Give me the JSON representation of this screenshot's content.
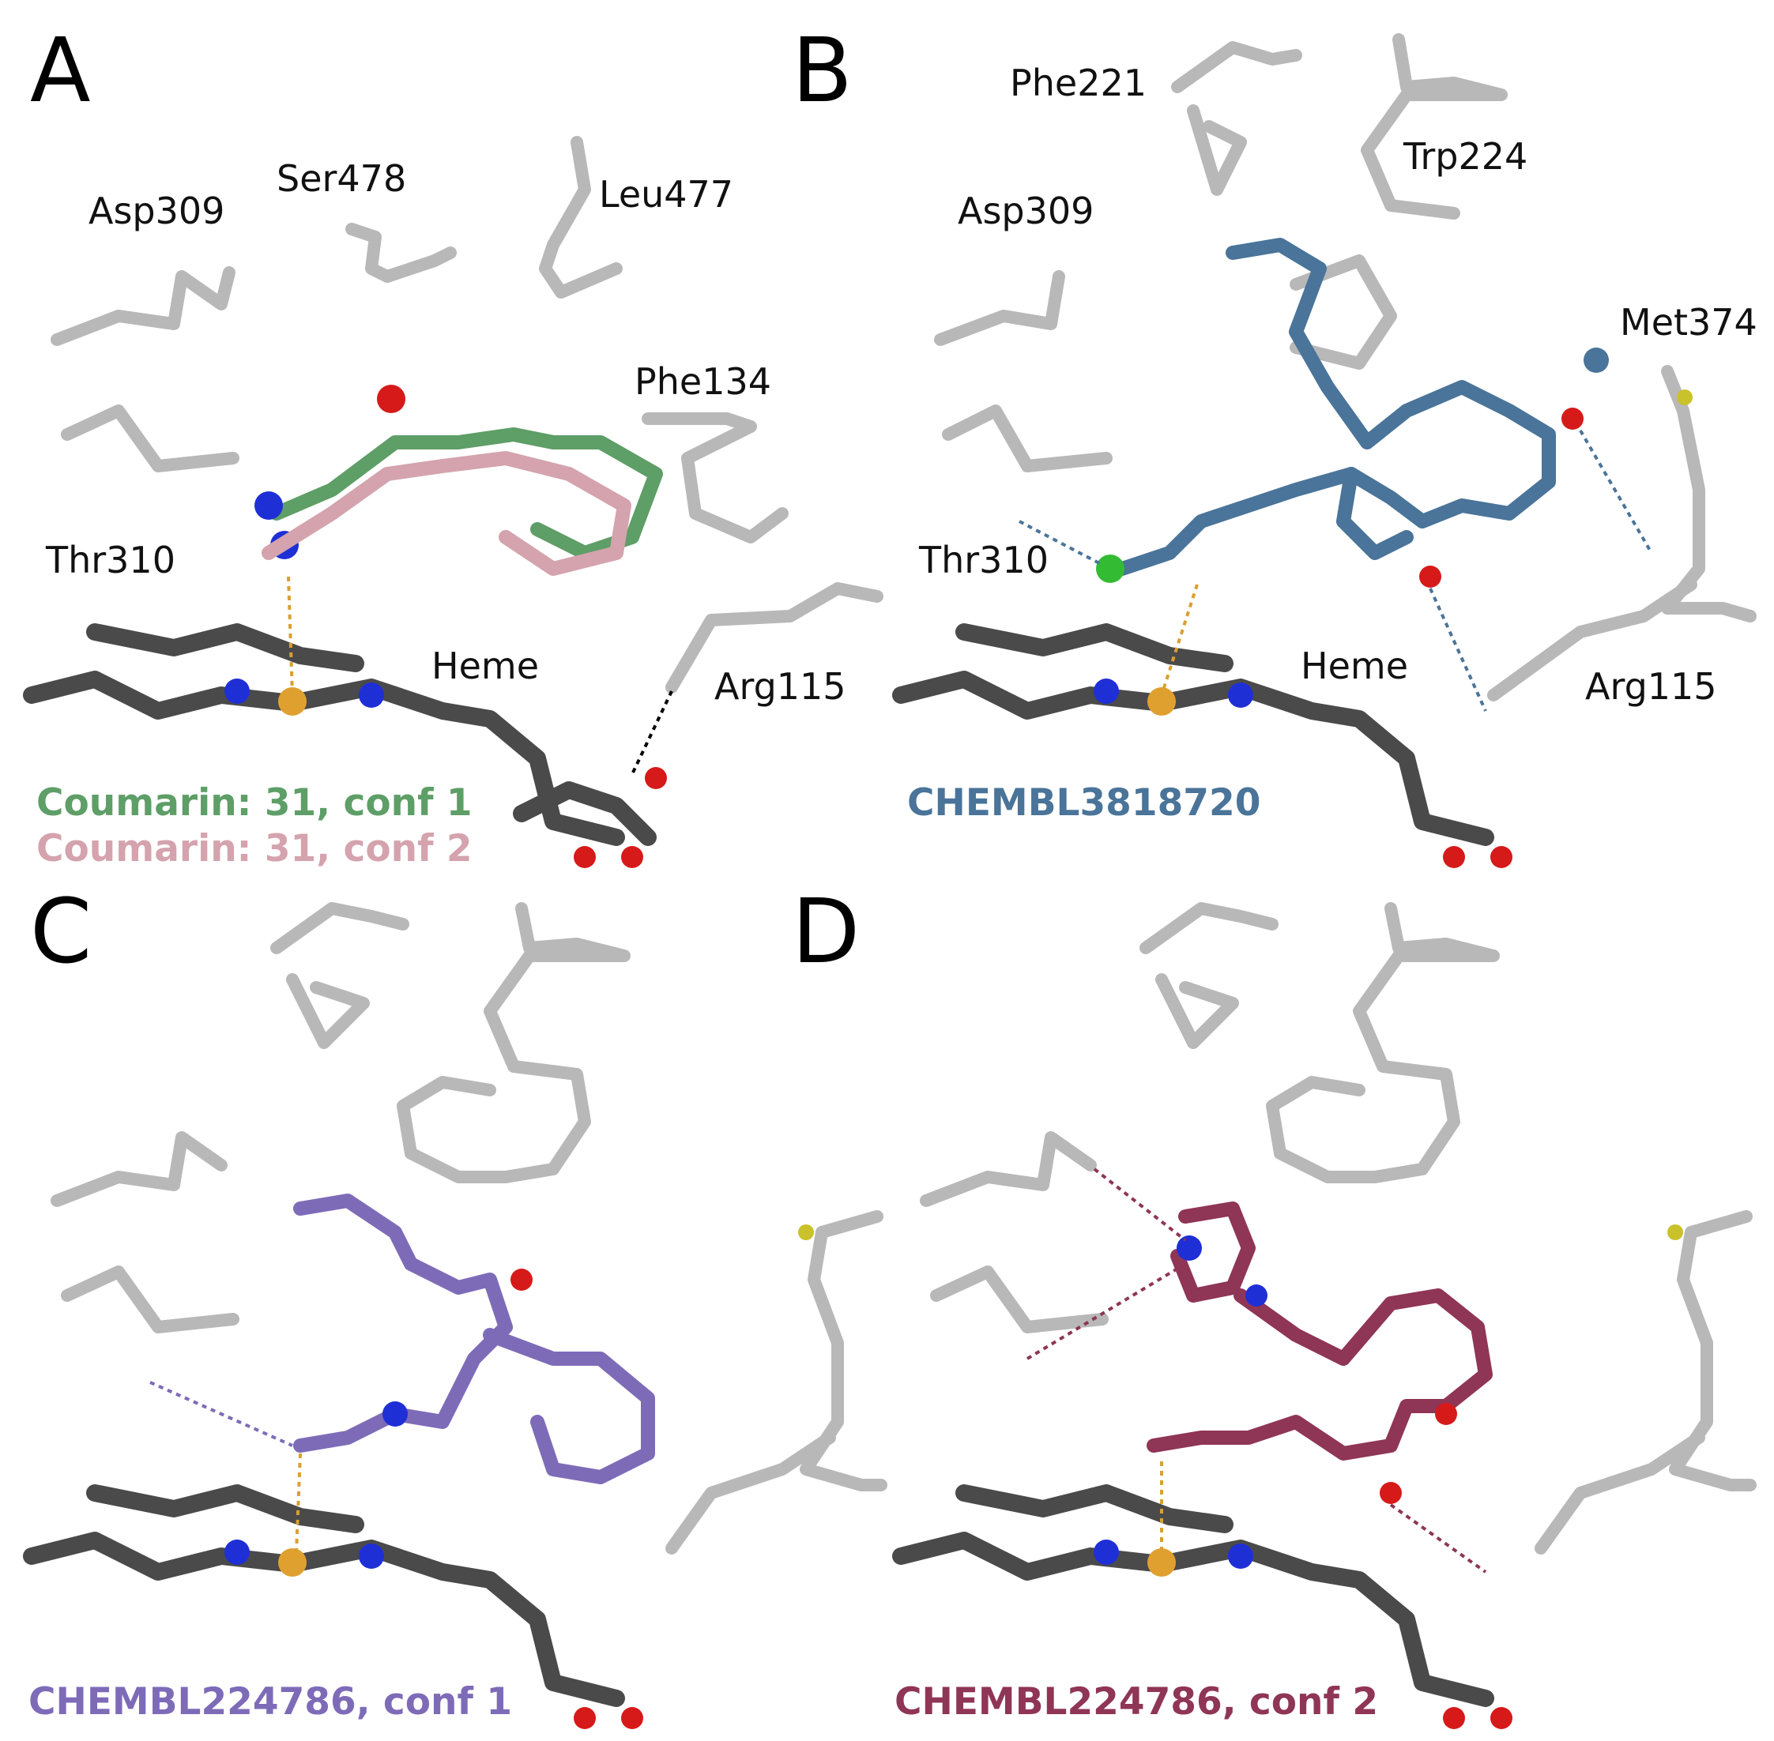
{
  "panels": [
    {
      "letter": "A",
      "residues": [
        "Asp309",
        "Ser478",
        "Leu477",
        "Phe134",
        "Thr310",
        "Heme",
        "Arg115"
      ],
      "ligands": [
        {
          "label": "Coumarin: 31, conf 1",
          "color": "#5e9e67"
        },
        {
          "label": "Coumarin: 31, conf 2",
          "color": "#d4a3ad"
        }
      ]
    },
    {
      "letter": "B",
      "residues": [
        "Phe221",
        "Trp224",
        "Asp309",
        "Met374",
        "Thr310",
        "Heme",
        "Arg115"
      ],
      "ligands": [
        {
          "label": "CHEMBL3818720",
          "color": "#4a7499"
        }
      ]
    },
    {
      "letter": "C",
      "residues": [],
      "ligands": [
        {
          "label": "CHEMBL224786, conf 1",
          "color": "#7e6bb8"
        }
      ]
    },
    {
      "letter": "D",
      "residues": [],
      "ligands": [
        {
          "label": "CHEMBL224786, conf 2",
          "color": "#8f3556"
        }
      ]
    }
  ],
  "colors": {
    "protein": "#b8b8b8",
    "heme": "#4a4a4a",
    "nitrogen": "#1f2fd6",
    "oxygen": "#d61a1a",
    "sulfur": "#c9c22a",
    "iron": "#e0a030",
    "chlorine": "#33bb33",
    "coordination_bond": "#d9a030"
  }
}
